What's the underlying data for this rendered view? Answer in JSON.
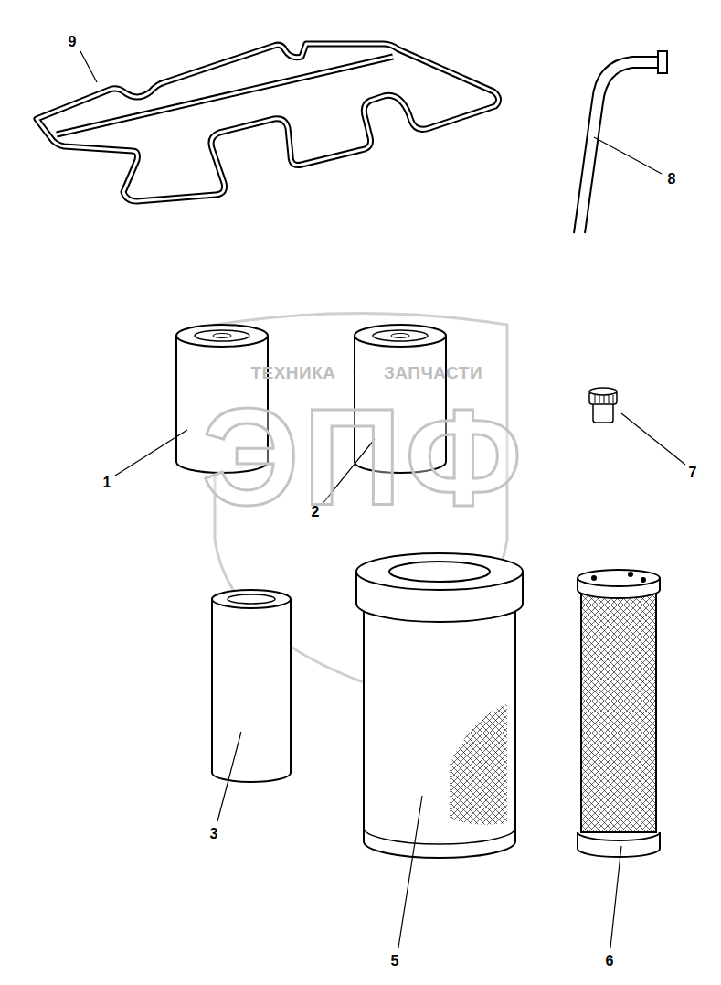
{
  "diagram": {
    "labels": [
      "9",
      "8",
      "ТЕХНИКА",
      "ЗАПЧАСТИ",
      "1",
      "2",
      "ЭПФ",
      "7",
      "3",
      "5",
      "6"
    ]
  }
}
